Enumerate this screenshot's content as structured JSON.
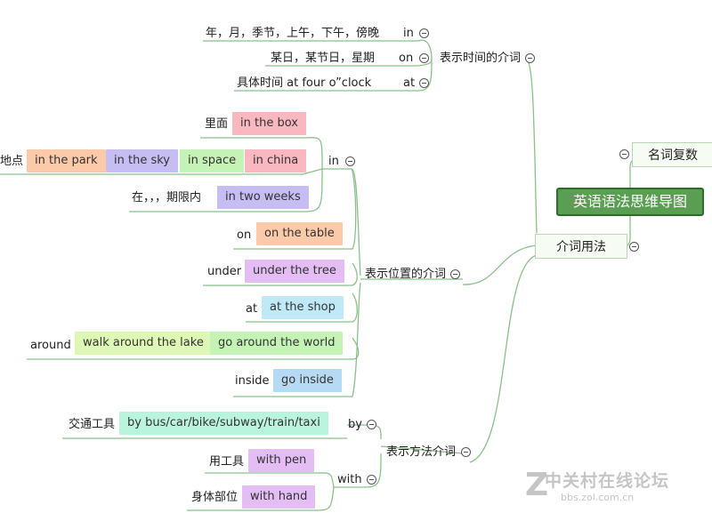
{
  "root": "英语语法思维导图",
  "branches": {
    "noun_plural": "名词复数",
    "prep_usage": "介词用法"
  },
  "time": {
    "title": "表示时间的介词",
    "row1": {
      "desc": "年，月，季节，上午，下午，傍晚",
      "prep": "in"
    },
    "row2": {
      "desc": "某日，某节日，星期",
      "prep": "on"
    },
    "row3": {
      "desc": "具体时间  at four o”clock",
      "prep": "at"
    }
  },
  "place": {
    "title": "表示位置的介词",
    "in_label": "in",
    "inside_label": "里面",
    "in_the_box": "in the box",
    "place_label": "地点",
    "in_the_park": "in the park",
    "in_the_sky": "in the sky",
    "in_space": "in space",
    "in_china": "in china",
    "period_label": "在，，，期限内",
    "in_two_weeks": "in two weeks",
    "on_label": "on",
    "on_the_table": "on the table",
    "under_label": "under",
    "under_the_tree": "under the tree",
    "at_label": "at",
    "at_the_shop": "at the shop",
    "around_label": "around",
    "walk_around": "walk around the lake",
    "go_around": "go around the world",
    "inside_word": "inside",
    "go_inside": "go inside"
  },
  "method": {
    "title": "表示方法介词",
    "by_label": "by",
    "transport_label": "交通工具",
    "by_bus": "by bus/car/bike/subway/train/taxi",
    "with_label": "with",
    "tool_label": "用工具",
    "with_pen": "with pen",
    "body_label": "身体部位",
    "with_hand": "with hand"
  },
  "watermark": {
    "cn": "中关村在线论坛",
    "url": "bbs.zol.com.cn"
  },
  "colors": {
    "line": "#8cc08a",
    "root_fill": "#5a9e52",
    "peach": "#fcc9a9",
    "purple": "#c6bdf3",
    "green": "#c5f3b5",
    "pink": "#f9b7c0",
    "violet": "#e3bdf4",
    "cyan": "#c0e9f7",
    "lime": "#def7b4",
    "blue": "#b7daf4",
    "mint": "#b9f4dc"
  }
}
